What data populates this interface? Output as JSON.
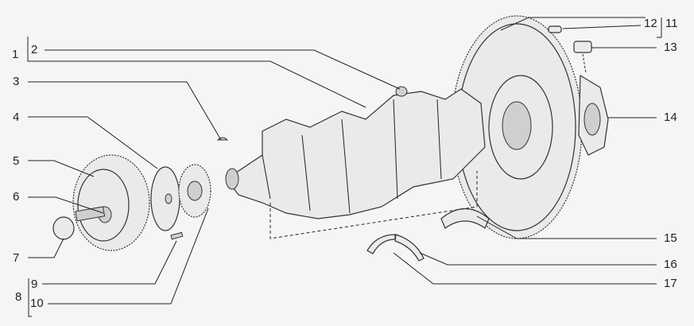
{
  "diagram": {
    "title": "Crankshaft, pulley and flywheel exploded view",
    "callouts": [
      {
        "id": "1",
        "label": "1"
      },
      {
        "id": "2",
        "label": "2"
      },
      {
        "id": "3",
        "label": "3"
      },
      {
        "id": "4",
        "label": "4"
      },
      {
        "id": "5",
        "label": "5"
      },
      {
        "id": "6",
        "label": "6"
      },
      {
        "id": "7",
        "label": "7"
      },
      {
        "id": "8",
        "label": "8"
      },
      {
        "id": "9",
        "label": "9"
      },
      {
        "id": "10",
        "label": "10"
      },
      {
        "id": "11",
        "label": "11"
      },
      {
        "id": "12",
        "label": "12"
      },
      {
        "id": "13",
        "label": "13"
      },
      {
        "id": "14",
        "label": "14"
      },
      {
        "id": "15",
        "label": "15"
      },
      {
        "id": "16",
        "label": "16"
      },
      {
        "id": "17",
        "label": "17"
      }
    ]
  }
}
